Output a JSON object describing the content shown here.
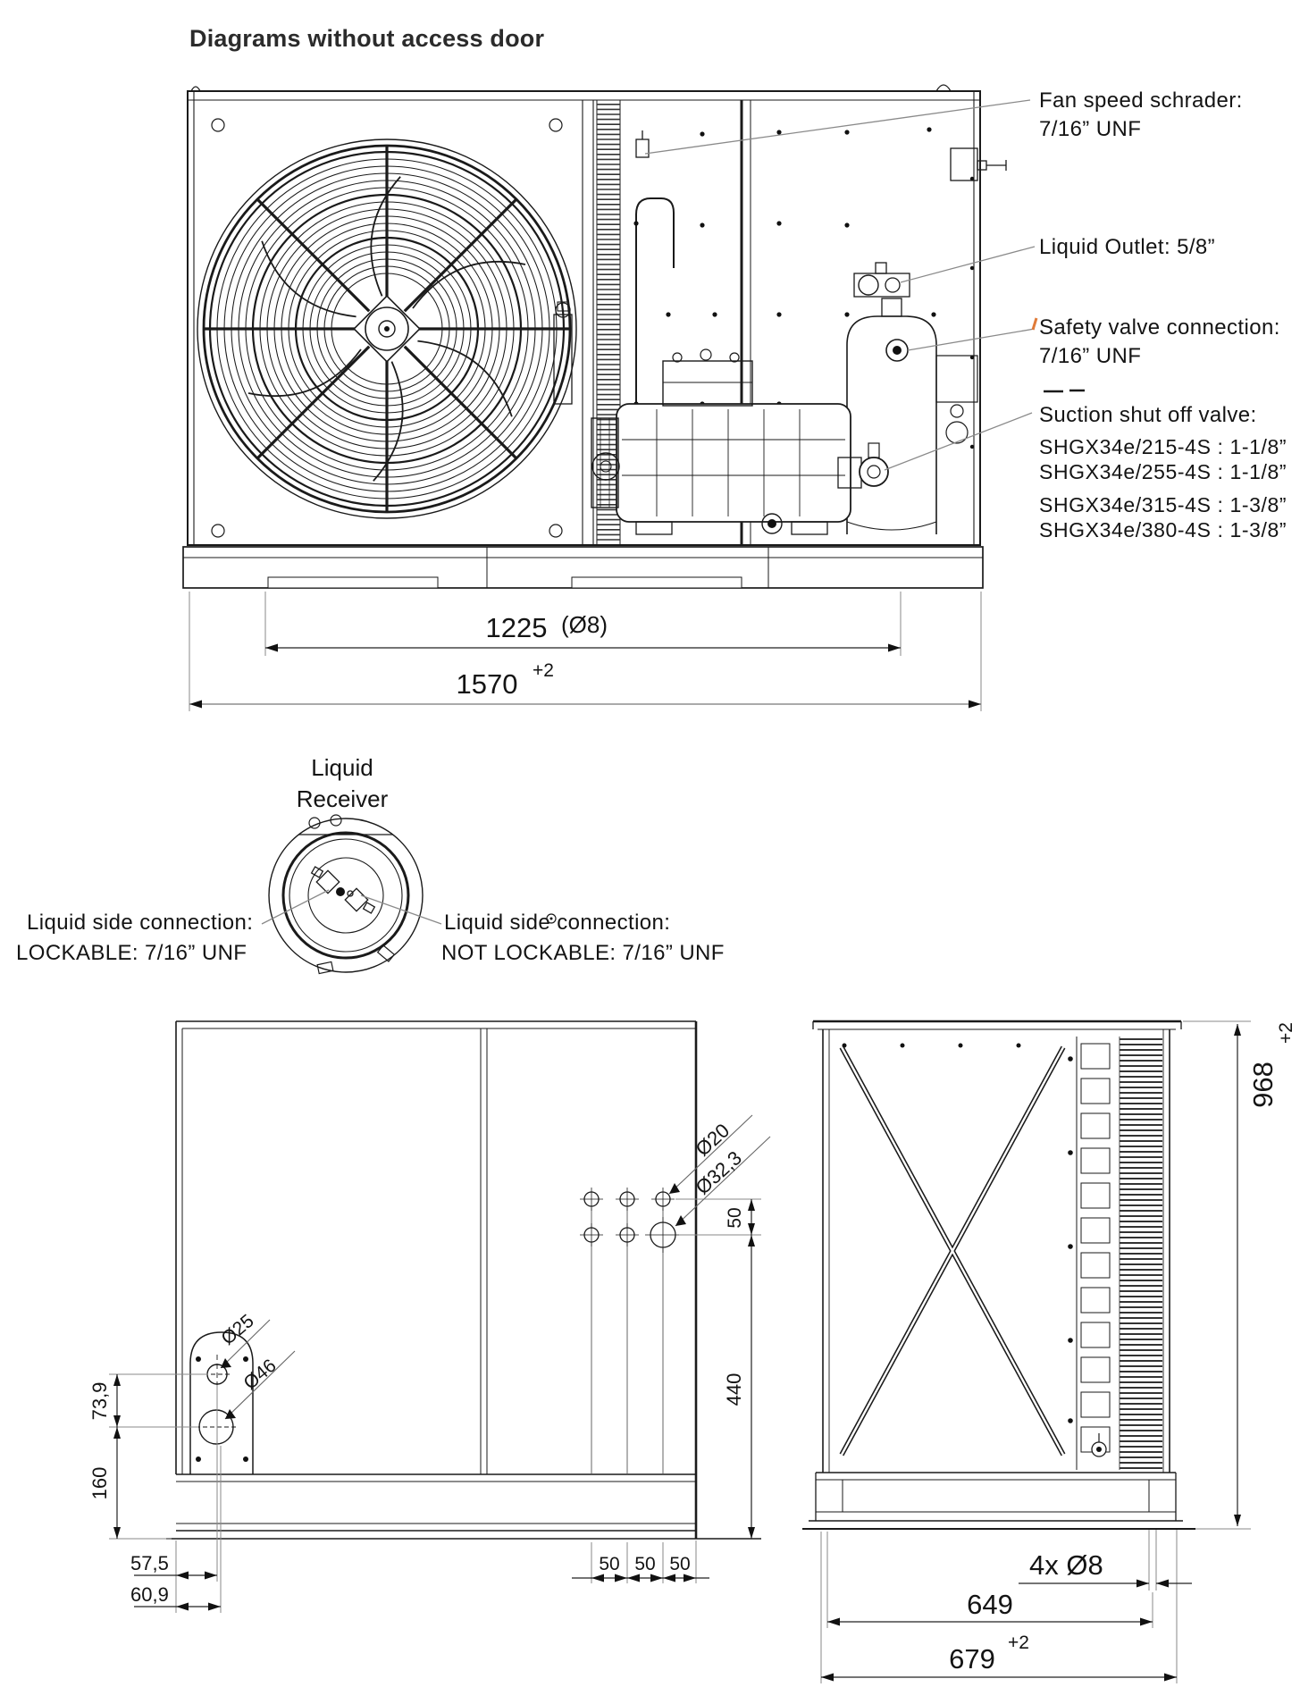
{
  "page": {
    "title": "Diagrams without access door"
  },
  "colors": {
    "line": "#1a1a1a",
    "dimension": "#222222",
    "leader": "#8a8a8a",
    "artifact_orange": "#e07b39",
    "background": "#ffffff"
  },
  "top_view": {
    "callouts": {
      "fan_speed": [
        "Fan speed schrader:",
        "7/16” UNF"
      ],
      "liquid_outlet": [
        "Liquid Outlet: 5/8”"
      ],
      "safety_valve": [
        "Safety valve connection:",
        "7/16” UNF"
      ],
      "suction_valve_title": "Suction shut off valve:",
      "suction_valve_models": [
        "SHGX34e/215-4S : 1-1/8”",
        "SHGX34e/255-4S : 1-1/8”",
        "SHGX34e/315-4S : 1-3/8”",
        "SHGX34e/380-4S : 1-3/8”"
      ]
    },
    "dimensions": {
      "hole_span": "1225",
      "hole_note": "(Ø8)",
      "overall_width": "1570",
      "overall_width_tol": "+2"
    }
  },
  "receiver_view": {
    "title": [
      "Liquid",
      "Receiver"
    ],
    "left_callout": [
      "Liquid side connection:",
      "LOCKABLE:  7/16” UNF"
    ],
    "right_callout": [
      "Liquid side connection:",
      "NOT LOCKABLE:  7/16” UNF"
    ]
  },
  "side_view": {
    "dims": {
      "hole_offset_y": "73,9",
      "base_height": "160",
      "hole_x_top": "57,5",
      "hole_x_bottom": "60,9",
      "bracket_hole_small": "Ø25",
      "bracket_hole_large": "Ø46",
      "pipe_small": "Ø20",
      "pipe_large": "Ø32,3",
      "pipe_row_gap": "50",
      "pipe_height": "440",
      "pipe_spacing": [
        "50",
        "50",
        "50"
      ]
    }
  },
  "rear_view": {
    "dims": {
      "height": "968",
      "height_tol": "+2",
      "mount_holes": "4x Ø8",
      "hole_span": "649",
      "overall_depth": "679",
      "overall_depth_tol": "+2"
    }
  }
}
